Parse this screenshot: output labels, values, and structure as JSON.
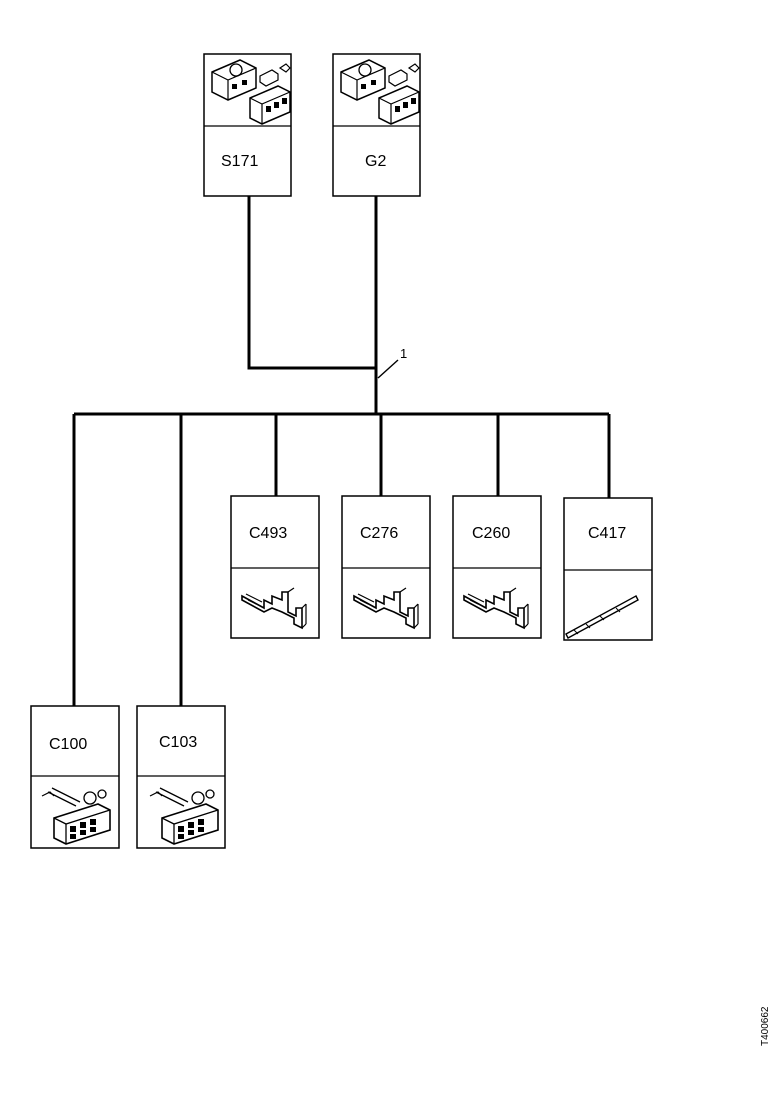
{
  "diagram": {
    "callout": "1",
    "doc_id": "T400662",
    "components": {
      "s171": {
        "label": "S171",
        "picture": "connector-block-icon"
      },
      "g2": {
        "label": "G2",
        "picture": "connector-block-icon"
      },
      "c493": {
        "label": "C493",
        "picture": "terminal-icon"
      },
      "c276": {
        "label": "C276",
        "picture": "terminal-icon"
      },
      "c260": {
        "label": "C260",
        "picture": "terminal-icon"
      },
      "c417": {
        "label": "C417",
        "picture": "pin-terminal-icon"
      },
      "c100": {
        "label": "C100",
        "picture": "connector-housing-icon"
      },
      "c103": {
        "label": "C103",
        "picture": "connector-housing-icon"
      }
    }
  }
}
